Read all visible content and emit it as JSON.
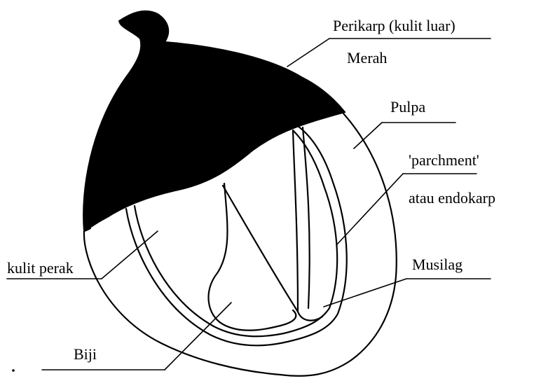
{
  "labels": {
    "perikarp": "Perikarp (kulit luar)",
    "merah": "Merah",
    "pulpa": "Pulpa",
    "parchment": "'parchment'",
    "endokarp": "atau endokarp",
    "musilag": "Musilag",
    "kulit_perak": "kulit perak",
    "biji": "Biji"
  },
  "colors": {
    "ink": "#000000",
    "background": "#ffffff"
  }
}
